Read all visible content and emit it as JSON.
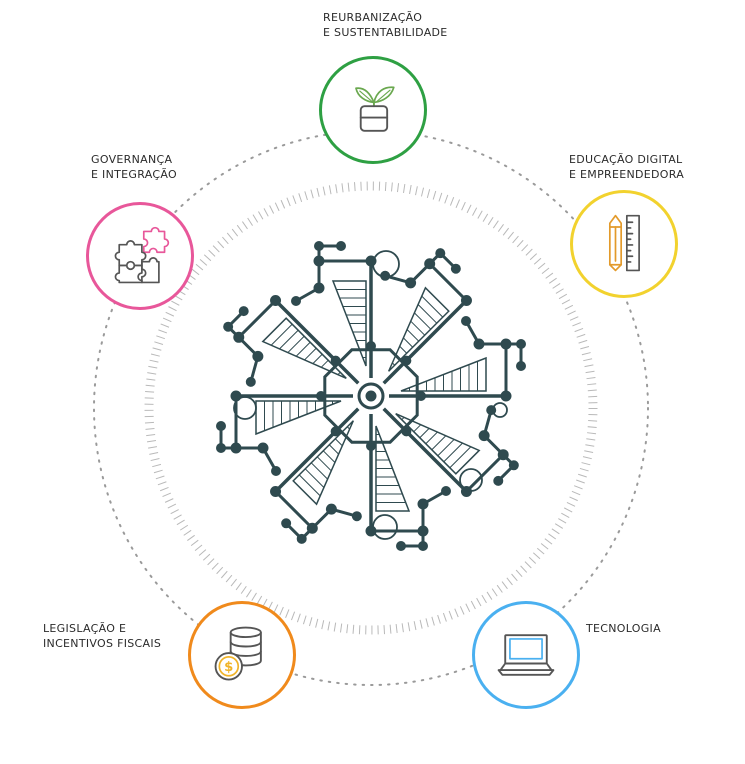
{
  "nodes": {
    "sustentabilidade": {
      "line1": "REURBANIZAÇÃO",
      "line2": "E SUSTENTABILIDADE",
      "color": "#2ea043",
      "icon": "plant-pot-icon"
    },
    "educacao": {
      "line1": "EDUCAÇÃO DIGITAL",
      "line2": "E EMPREENDEDORA",
      "color": "#f2d22e",
      "icon": "pencil-ruler-icon"
    },
    "tecnologia": {
      "line1": "TECNOLOGIA",
      "color": "#4ab0f0",
      "icon": "laptop-icon"
    },
    "legislacao": {
      "line1": "LEGISLAÇÃO E",
      "line2": "INCENTIVOS FISCAIS",
      "color": "#f08a1c",
      "icon": "coins-icon"
    },
    "governanca": {
      "line1": "GOVERNANÇA",
      "line2": "E INTEGRAÇÃO",
      "color": "#e8579a",
      "icon": "puzzle-icon"
    }
  },
  "center": {
    "icon": "network-hub-icon",
    "color": "#2f4a4f"
  }
}
